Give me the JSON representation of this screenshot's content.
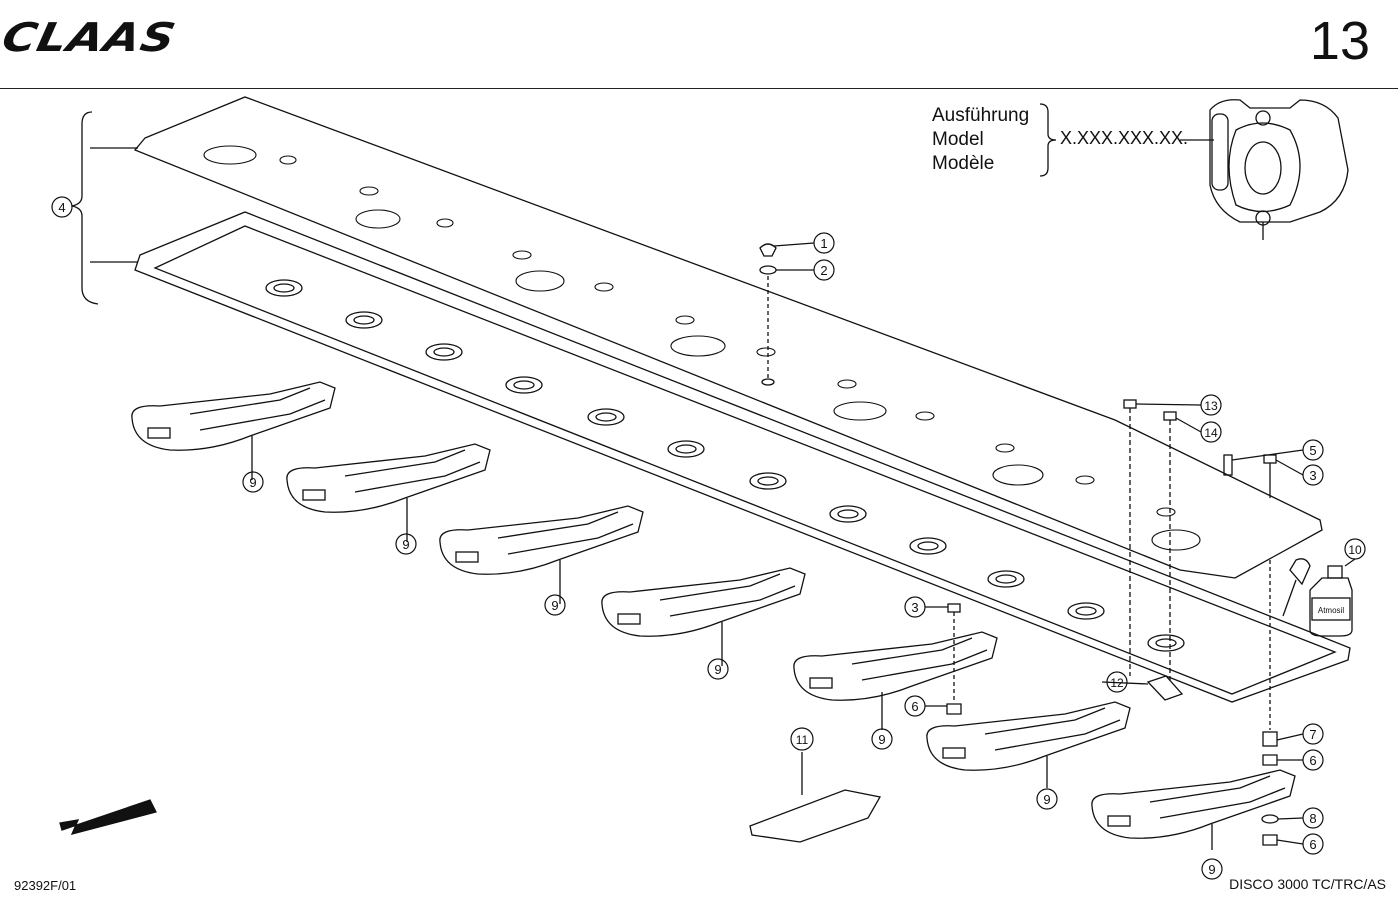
{
  "header": {
    "logo_text": "CLAAS",
    "page_number": "13"
  },
  "model_box": {
    "lines": [
      "Ausführung",
      "Model",
      "Modèle"
    ],
    "code": "X.XXX.XXX.XX."
  },
  "footer": {
    "drawing_number": "92392F/01",
    "machine_name": "DISCO 3000 TC/TRC/AS"
  },
  "bottle_label": "Atmosil",
  "callouts": [
    "1",
    "2",
    "3",
    "3",
    "4",
    "5",
    "6",
    "6",
    "6",
    "7",
    "8",
    "9",
    "9",
    "9",
    "9",
    "9",
    "9",
    "9",
    "10",
    "11",
    "12",
    "13",
    "14"
  ]
}
